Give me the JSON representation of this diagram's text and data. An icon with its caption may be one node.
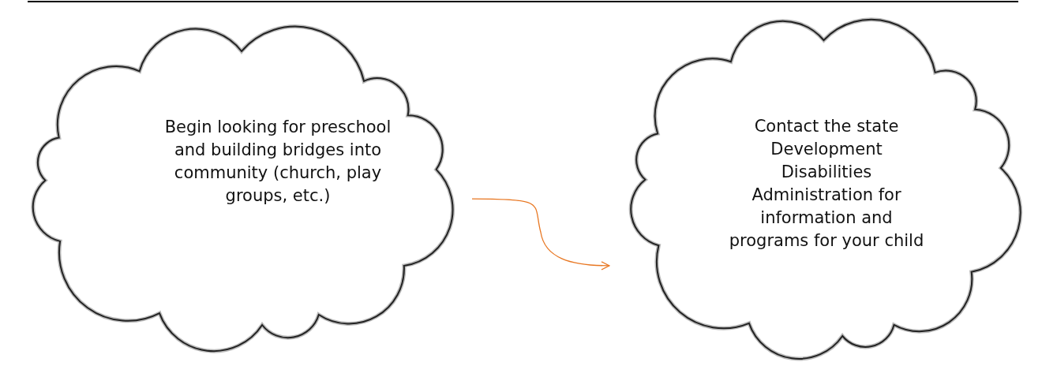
{
  "diagram": {
    "nodes": [
      {
        "text": [
          "Begin looking for preschool and building bridges into community (church, play groups, etc.)"
        ]
      },
      {
        "text": [
          "Contact the state Development Disabilities Administration for information and programs for your child"
        ]
      }
    ],
    "edges": [
      {
        "from": 0,
        "to": 1,
        "arrow": "to",
        "color": "#e87722"
      }
    ]
  }
}
